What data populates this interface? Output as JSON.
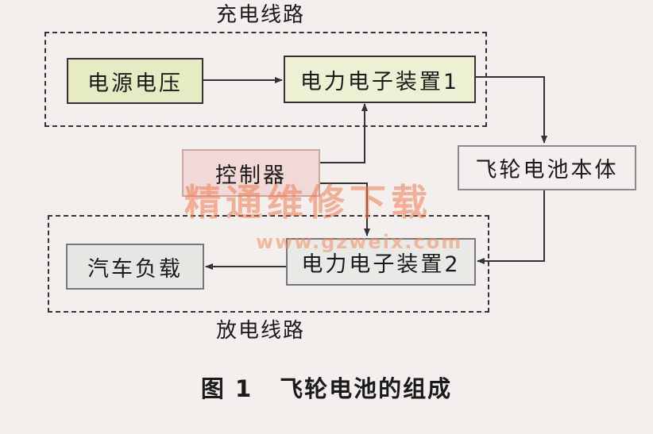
{
  "groups": {
    "charge_label": "充电线路",
    "discharge_label": "放电线路"
  },
  "nodes": {
    "power_source": "电源电压",
    "pe1": "电力电子装置1",
    "controller": "控制器",
    "flywheel": "飞轮电池本体",
    "load": "汽车负载",
    "pe2": "电力电子装置2"
  },
  "watermark": {
    "text": "精通维修下载",
    "url": "www.gzweix.com"
  },
  "caption": {
    "number": "图 1",
    "title": "飞轮电池的组成"
  }
}
